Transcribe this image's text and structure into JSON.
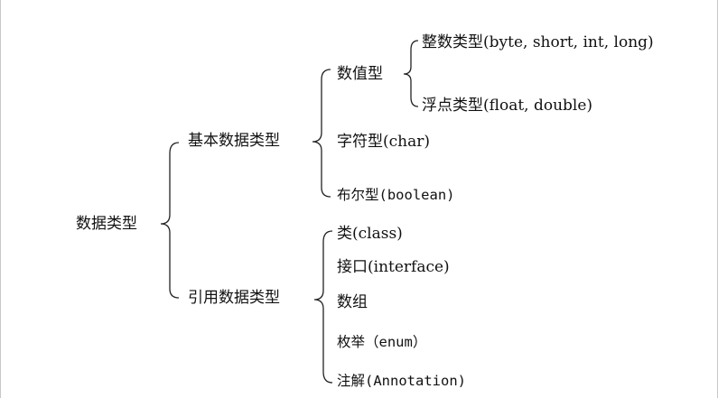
{
  "tree": {
    "root": "数据类型",
    "primitive": {
      "label": "基本数据类型",
      "numeric": {
        "label": "数值型",
        "integer": "整数类型(byte, short, int, long)",
        "float": "浮点类型(float, double)"
      },
      "char": "字符型(char)",
      "boolean": "布尔型(boolean)"
    },
    "reference": {
      "label": "引用数据类型",
      "class": "类(class)",
      "interface": "接口(interface)",
      "array": "数组",
      "enum": "枚举（enum）",
      "annotation": "注解(Annotation)"
    }
  },
  "colors": {
    "text": "#111111",
    "line": "#222222",
    "background": "#ffffff"
  }
}
